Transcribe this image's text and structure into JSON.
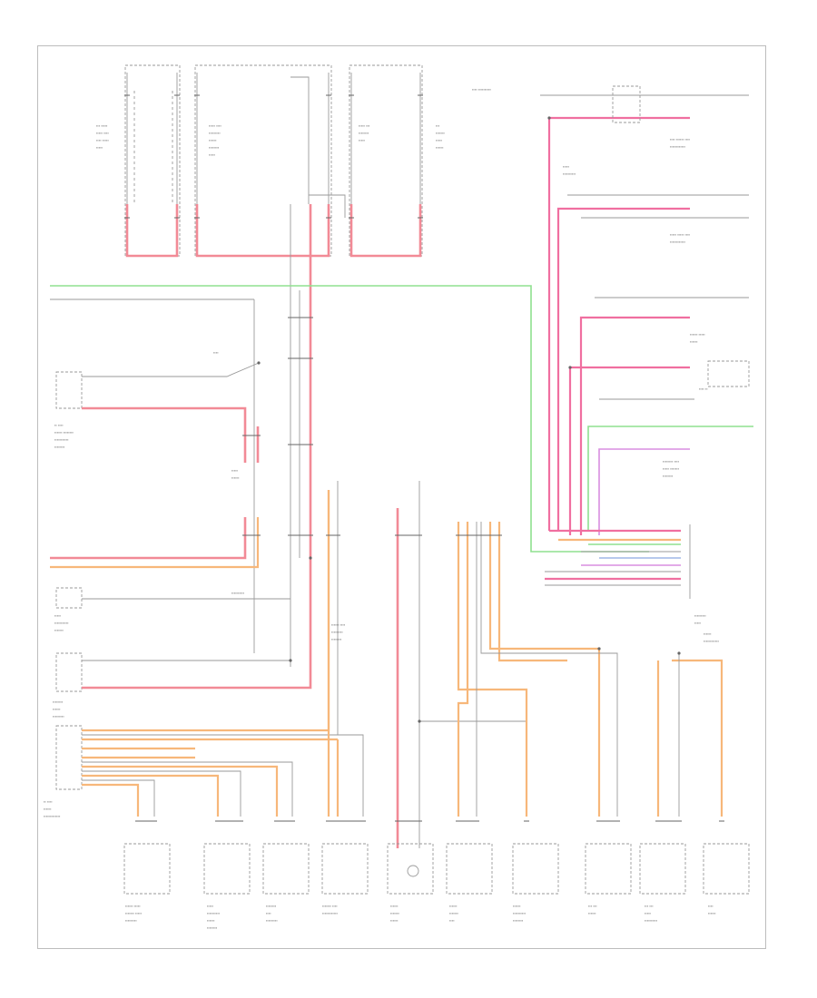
{
  "diagram": {
    "title": "",
    "footer_tag": "",
    "colors": {
      "red_wire": "#f28a96",
      "pink_wire": "#f06fa0",
      "green_wire": "#8fe08f",
      "orange_wire": "#f7b77a",
      "gray_wire": "#9a9a9a",
      "magenta_wire": "#d98ee0",
      "blue_wire": "#9fb7e6"
    },
    "components": [
      {
        "id": "top-left-switch-box",
        "label": ""
      },
      {
        "id": "engine-switch-box",
        "label": ""
      },
      {
        "id": "fuse-relay-box",
        "label": ""
      },
      {
        "id": "sensor-stack-right",
        "label": ""
      },
      {
        "id": "left-sensor-a",
        "label": ""
      },
      {
        "id": "left-module-b",
        "label": ""
      },
      {
        "id": "left-relay-c",
        "label": ""
      },
      {
        "id": "bottom-connector-row",
        "label": ""
      },
      {
        "id": "right-connector-block",
        "label": ""
      }
    ],
    "bottom_devices": [
      {
        "id": "device-1"
      },
      {
        "id": "device-2"
      },
      {
        "id": "device-3"
      },
      {
        "id": "device-4"
      },
      {
        "id": "device-5"
      },
      {
        "id": "device-6"
      },
      {
        "id": "device-7"
      },
      {
        "id": "device-8"
      },
      {
        "id": "device-9"
      },
      {
        "id": "device-10"
      }
    ]
  }
}
